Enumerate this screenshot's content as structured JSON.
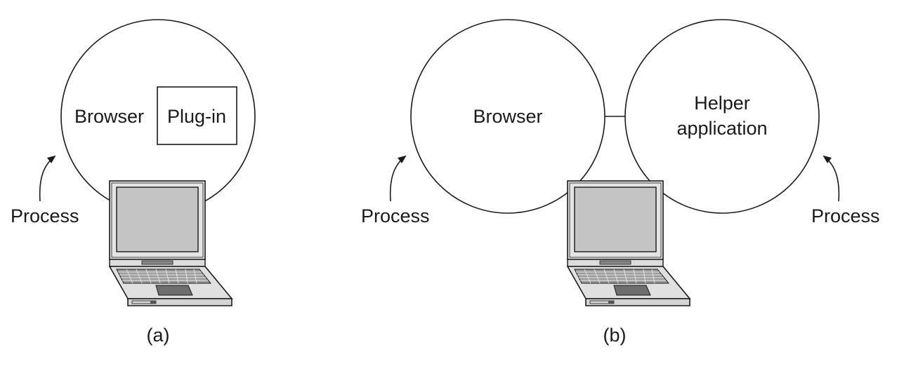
{
  "panel_a": {
    "browser_label": "Browser",
    "plugin_label": "Plug-in",
    "process_label": "Process",
    "caption": "(a)"
  },
  "panel_b": {
    "browser_label": "Browser",
    "helper_label_line1": "Helper",
    "helper_label_line2": "application",
    "process_left_label": "Process",
    "process_right_label": "Process",
    "caption": "(b)"
  },
  "colors": {
    "line": "#1a1a1a",
    "screen": "#c8c8c8",
    "laptop_body": "#dcdcdc",
    "touchpad": "#7a7a7a"
  }
}
